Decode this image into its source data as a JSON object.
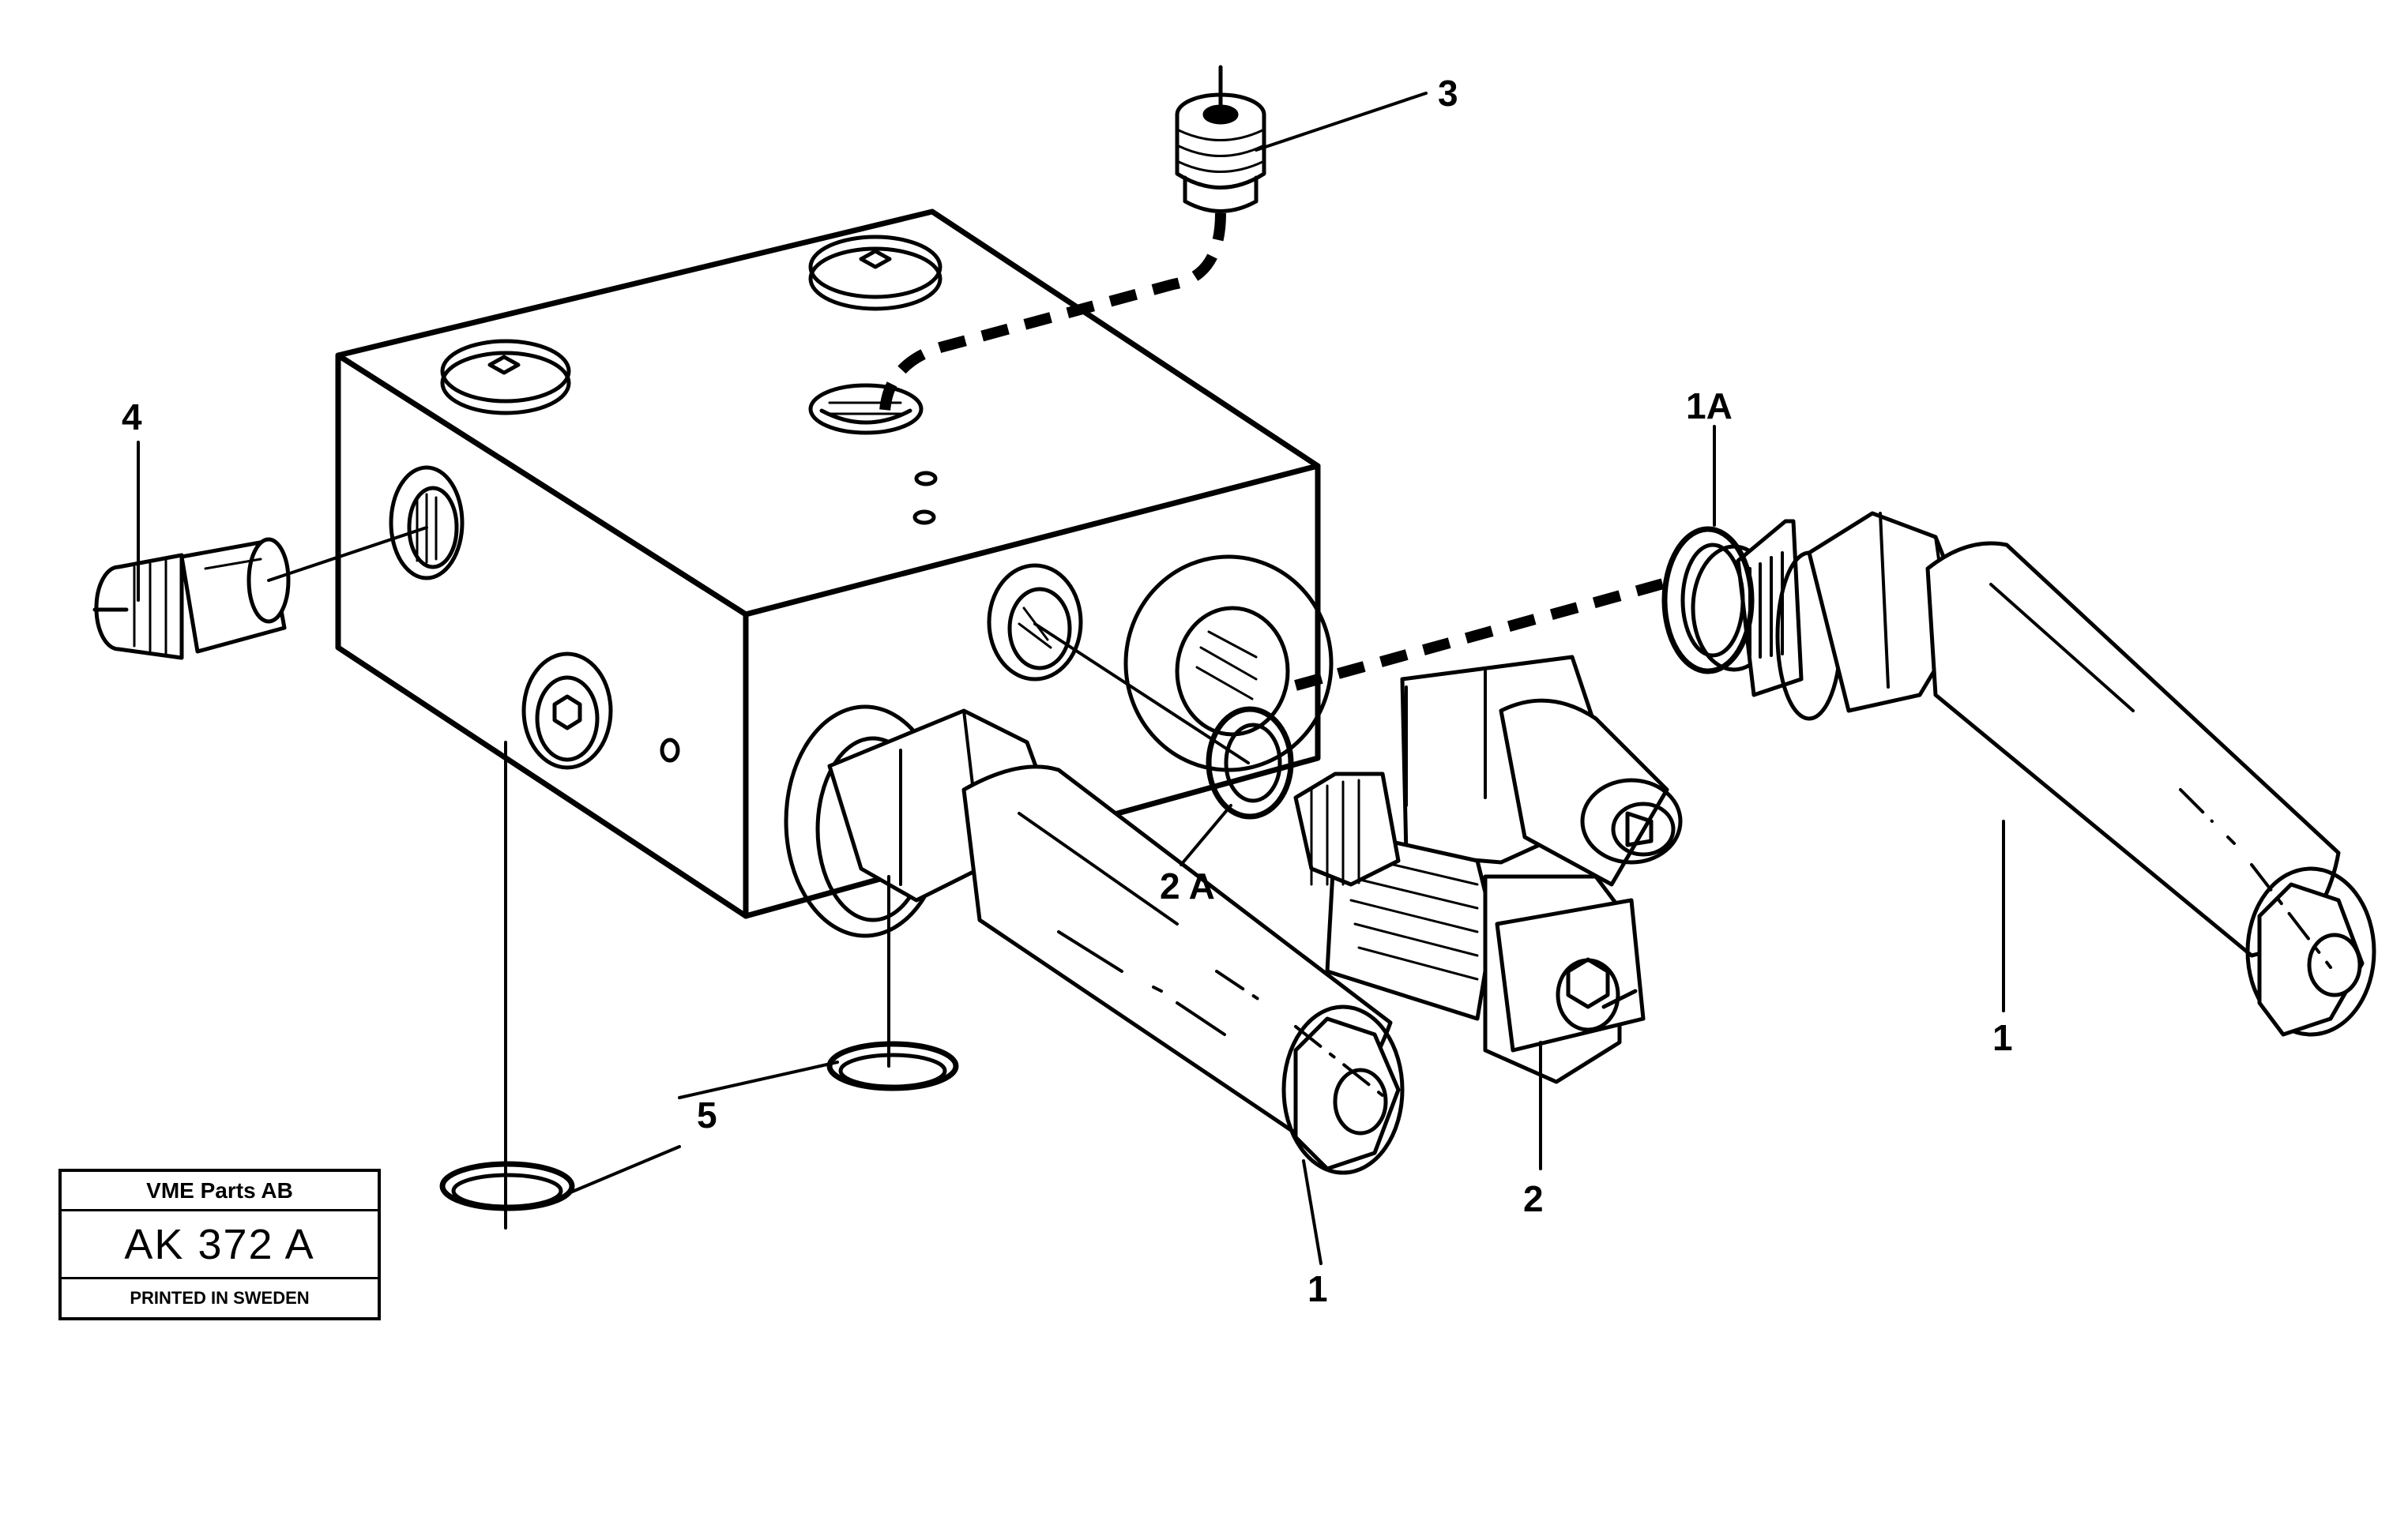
{
  "diagram": {
    "callouts": {
      "c1_left": "1",
      "c1_right": "1",
      "c1a": "1A",
      "c2": "2",
      "c2a": "2 A",
      "c3": "3",
      "c4": "4",
      "c5": "5"
    }
  },
  "title_block": {
    "company": "VME Parts AB",
    "code": "AK 372 A",
    "printed": "PRINTED IN SWEDEN"
  },
  "colors": {
    "ink": "#000000",
    "paper": "#ffffff"
  }
}
